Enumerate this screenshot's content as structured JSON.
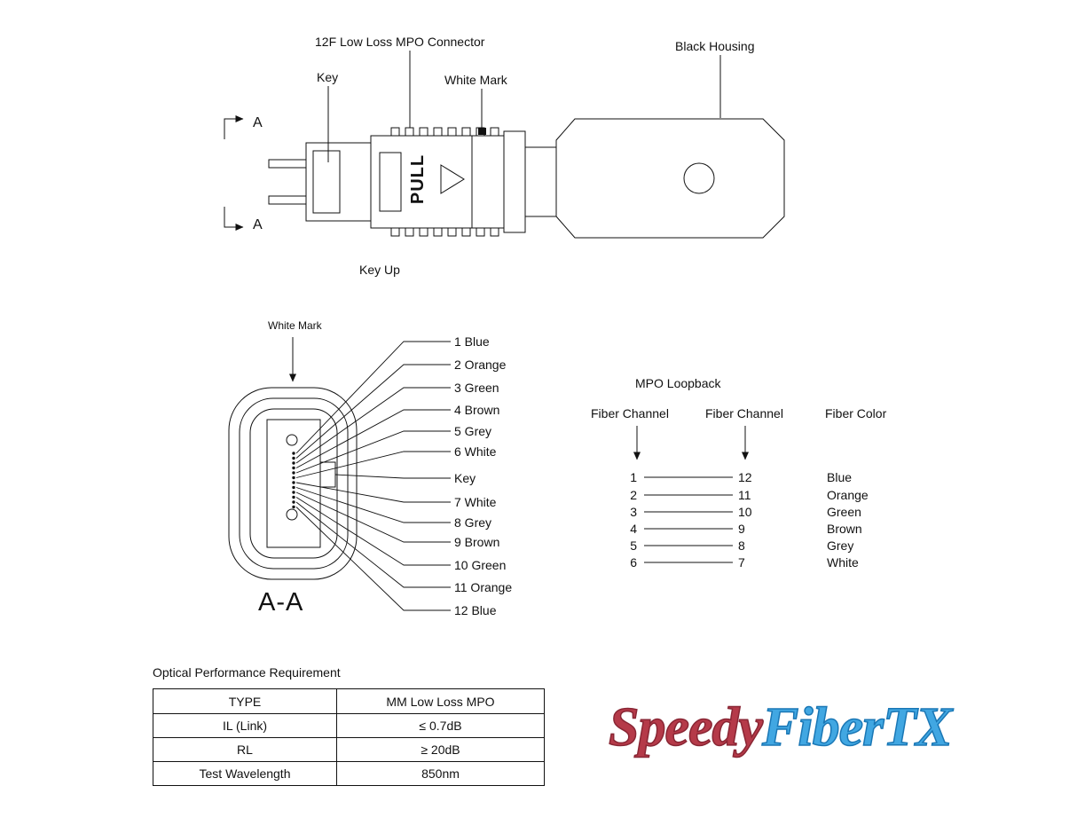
{
  "side_view": {
    "connector_label": "12F Low Loss MPO Connector",
    "key_label": "Key",
    "white_mark_label": "White Mark",
    "black_housing_label": "Black Housing",
    "section_marker": "A",
    "pull_label": "PULL",
    "key_up_label": "Key Up"
  },
  "front_view": {
    "white_mark_label": "White Mark",
    "section_label": "A-A",
    "pin_labels": [
      "1 Blue",
      "2 Orange",
      "3 Green",
      "4 Brown",
      "5 Grey",
      "6 White",
      "Key",
      "7 White",
      "8 Grey",
      "9 Brown",
      "10 Green",
      "11 Orange",
      "12 Blue"
    ]
  },
  "loopback": {
    "title": "MPO Loopback",
    "headers": [
      "Fiber Channel",
      "Fiber Channel",
      "Fiber Color"
    ],
    "rows": [
      {
        "from": "1",
        "to": "12",
        "color": "Blue"
      },
      {
        "from": "2",
        "to": "11",
        "color": "Orange"
      },
      {
        "from": "3",
        "to": "10",
        "color": "Green"
      },
      {
        "from": "4",
        "to": "9",
        "color": "Brown"
      },
      {
        "from": "5",
        "to": "8",
        "color": "Grey"
      },
      {
        "from": "6",
        "to": "7",
        "color": "White"
      }
    ]
  },
  "performance": {
    "title": "Optical Performance Requirement",
    "rows": [
      {
        "label": "TYPE",
        "value": "MM Low Loss MPO"
      },
      {
        "label": "IL (Link)",
        "value": "≤ 0.7dB"
      },
      {
        "label": "RL",
        "value": "≥ 20dB"
      },
      {
        "label": "Test Wavelength",
        "value": "850nm"
      }
    ]
  },
  "logo": {
    "part1": "Speedy",
    "part2": "FiberTX",
    "part1_color": "#b53a49",
    "part2_color": "#41a7e2"
  }
}
